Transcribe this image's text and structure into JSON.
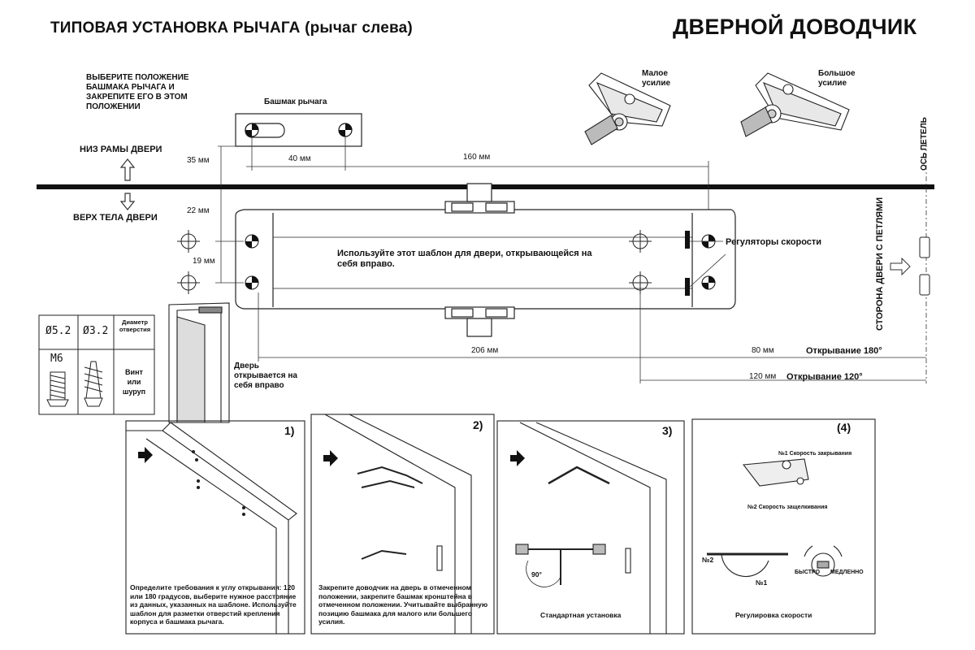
{
  "header": {
    "title_left": "ТИПОВАЯ УСТАНОВКА РЫЧАГА (рычаг слева)",
    "title_right": "ДВЕРНОЙ ДОВОДЧИК"
  },
  "template": {
    "instruction": "ВЫБЕРИТЕ ПОЛОЖЕНИЕ БАШМАКА РЫЧАГА И ЗАКРЕПИТЕ ЕГО В ЭТОМ ПОЛОЖЕНИИ",
    "bracket_label": "Башмак рычага",
    "frame_bottom": "НИЗ РАМЫ ДВЕРИ",
    "door_top": "ВЕРХ ТЕЛА ДВЕРИ",
    "small_force": "Малое усилие",
    "large_force": "Большое усилие",
    "hinge_axis": "ОСЬ ПЕТЕЛЬ",
    "hinge_side": "СТОРОНА ДВЕРИ С ПЕТЛЯМИ",
    "center_text": "Используйте этот шаблон для двери, открывающейся на себя вправо.",
    "speed_regulators": "Регуляторы скорости",
    "door_opens": "Дверь открывается на себя вправо",
    "open_180": "Открывание 180°",
    "open_120": "Открывание 120°",
    "dims": {
      "d35": "35 мм",
      "d40": "40 мм",
      "d160": "160 мм",
      "d22": "22 мм",
      "d19": "19 мм",
      "d206": "206 мм",
      "d80": "80 мм",
      "d120": "120 мм"
    }
  },
  "screw_table": {
    "d1": "Ø5.2",
    "d2": "Ø3.2",
    "diam_label": "Диаметр отверстия",
    "m6": "М6",
    "screw_label": "Винт или шуруп"
  },
  "steps": [
    {
      "num": "1)",
      "text": "Определите требования к углу открывания: 120 или 180 градусов, выберите нужное расстояние из данных, указанных на шаблоне. Используйте шаблон для разметки отверстий крепления корпуса и башмака рычага."
    },
    {
      "num": "2)",
      "text": "Закрепите доводчик на дверь в отмеченном положении, закрепите башмак кронштейна в отмеченном положении. Учитывайте выбранную позицию башмака для малого или большего усилия."
    },
    {
      "num": "3)",
      "text": "Стандартная установка",
      "angle": "90°"
    },
    {
      "num": "(4)",
      "text": "Регулировка скорости",
      "speed1": "№1 Скорость закрывания",
      "speed2": "№2 Скорость защелкивания",
      "n2": "№2",
      "n1": "№1",
      "fast": "БЫСТРО",
      "slow": "МЕДЛЕННО"
    }
  ]
}
